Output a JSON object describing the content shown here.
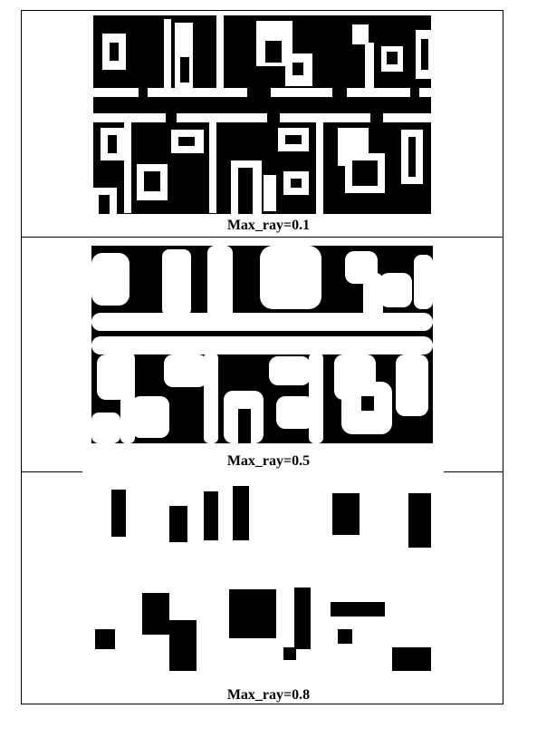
{
  "figure": {
    "panels": [
      {
        "id": "panel-1",
        "caption": "Max_ray=0.1"
      },
      {
        "id": "panel-2",
        "caption": "Max_ray=0.5"
      },
      {
        "id": "panel-3",
        "caption": "Max_ray=0.8"
      }
    ]
  }
}
